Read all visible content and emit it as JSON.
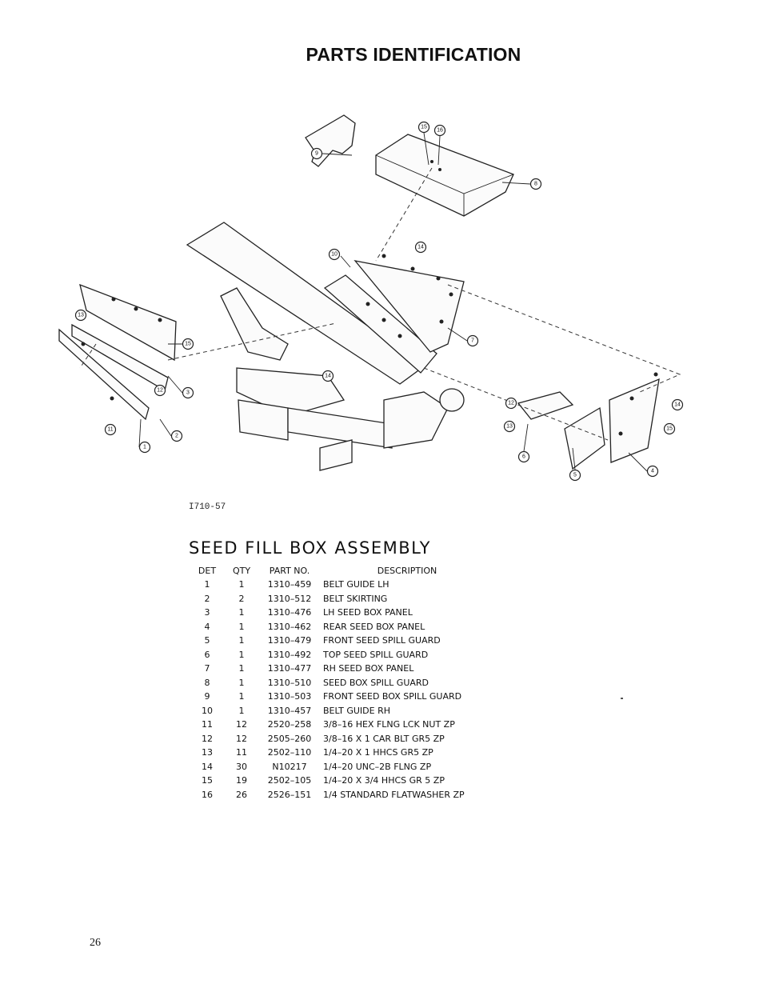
{
  "header": {
    "title": "PARTS IDENTIFICATION"
  },
  "diagram": {
    "callouts": [
      "1",
      "2",
      "3",
      "4",
      "5",
      "6",
      "7",
      "8",
      "9",
      "10",
      "11",
      "12",
      "13",
      "14",
      "15",
      "16"
    ],
    "drawing_number": "I710-57"
  },
  "assembly": {
    "title": "SEED FILL BOX ASSEMBLY",
    "columns": {
      "det": "DET",
      "qty": "QTY",
      "part": "PART NO.",
      "desc": "DESCRIPTION"
    },
    "rows": [
      {
        "det": "1",
        "qty": "1",
        "part": "1310–459",
        "desc": "BELT GUIDE LH"
      },
      {
        "det": "2",
        "qty": "2",
        "part": "1310–512",
        "desc": "BELT SKIRTING"
      },
      {
        "det": "3",
        "qty": "1",
        "part": "1310–476",
        "desc": "LH SEED BOX PANEL"
      },
      {
        "det": "4",
        "qty": "1",
        "part": "1310–462",
        "desc": "REAR SEED BOX PANEL"
      },
      {
        "det": "5",
        "qty": "1",
        "part": "1310–479",
        "desc": "FRONT SEED SPILL GUARD"
      },
      {
        "det": "6",
        "qty": "1",
        "part": "1310–492",
        "desc": "TOP SEED SPILL GUARD"
      },
      {
        "det": "7",
        "qty": "1",
        "part": "1310–477",
        "desc": "RH SEED BOX PANEL"
      },
      {
        "det": "8",
        "qty": "1",
        "part": "1310–510",
        "desc": "SEED BOX SPILL GUARD"
      },
      {
        "det": "9",
        "qty": "1",
        "part": "1310–503",
        "desc": "FRONT SEED BOX SPILL GUARD"
      },
      {
        "det": "10",
        "qty": "1",
        "part": "1310–457",
        "desc": "BELT GUIDE RH"
      },
      {
        "det": "11",
        "qty": "12",
        "part": "2520–258",
        "desc": "3/8–16 HEX FLNG LCK NUT ZP"
      },
      {
        "det": "12",
        "qty": "12",
        "part": "2505–260",
        "desc": "3/8–16 X 1 CAR BLT GR5 ZP"
      },
      {
        "det": "13",
        "qty": "11",
        "part": "2502–110",
        "desc": "1/4–20 X 1 HHCS GR5 ZP"
      },
      {
        "det": "14",
        "qty": "30",
        "part": "N10217",
        "desc": "1/4–20 UNC–2B FLNG ZP"
      },
      {
        "det": "15",
        "qty": "19",
        "part": "2502–105",
        "desc": "1/4–20 X 3/4 HHCS GR 5 ZP"
      },
      {
        "det": "16",
        "qty": "26",
        "part": "2526–151",
        "desc": "1/4 STANDARD FLATWASHER ZP"
      }
    ]
  },
  "footer": {
    "page_number": "26"
  }
}
